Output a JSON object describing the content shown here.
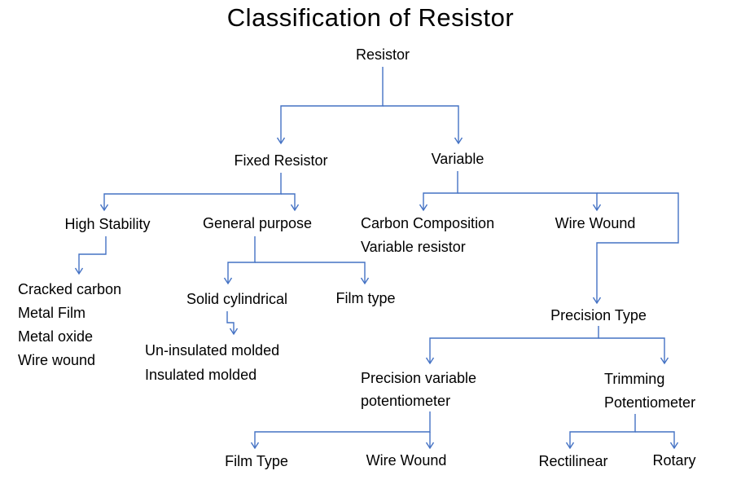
{
  "title": "Classification of Resistor",
  "colors": {
    "line": "#4472c4",
    "text": "#000000",
    "background": "#ffffff"
  },
  "nodes": {
    "resistor": "Resistor",
    "fixed_resistor": "Fixed Resistor",
    "variable": "Variable",
    "high_stability": "High Stability",
    "general_purpose": "General purpose",
    "carbon_composition": [
      "Carbon Composition",
      "Variable resistor"
    ],
    "wire_wound": "Wire Wound",
    "high_stability_types": [
      "Cracked carbon",
      "Metal Film",
      "Metal oxide",
      "Wire wound"
    ],
    "solid_cylindrical": "Solid cylindrical",
    "film_type": "Film type",
    "molded_types": [
      "Un-insulated molded",
      "Insulated molded"
    ],
    "precision_type": "Precision Type",
    "precision_variable_potentiometer": [
      "Precision variable",
      "potentiometer"
    ],
    "trimming_potentiometer": [
      "Trimming",
      "Potentiometer"
    ],
    "precision_film_type": "Film Type",
    "precision_wire_wound": "Wire Wound",
    "rectilinear": "Rectilinear",
    "rotary": "Rotary"
  },
  "edges": [
    [
      "Resistor",
      "Fixed Resistor"
    ],
    [
      "Resistor",
      "Variable"
    ],
    [
      "Fixed Resistor",
      "High Stability"
    ],
    [
      "Fixed Resistor",
      "General purpose"
    ],
    [
      "High Stability",
      "Cracked carbon / Metal Film / Metal oxide / Wire wound"
    ],
    [
      "General purpose",
      "Solid cylindrical"
    ],
    [
      "General purpose",
      "Film type"
    ],
    [
      "Solid cylindrical",
      "Un-insulated molded / Insulated molded"
    ],
    [
      "Variable",
      "Carbon Composition Variable resistor"
    ],
    [
      "Variable",
      "Wire Wound"
    ],
    [
      "Wire Wound",
      "Precision Type"
    ],
    [
      "Precision Type",
      "Precision variable potentiometer"
    ],
    [
      "Precision Type",
      "Trimming Potentiometer"
    ],
    [
      "Precision variable potentiometer",
      "Film Type"
    ],
    [
      "Precision variable potentiometer",
      "Wire Wound"
    ],
    [
      "Trimming Potentiometer",
      "Rectilinear"
    ],
    [
      "Trimming Potentiometer",
      "Rotary"
    ]
  ]
}
